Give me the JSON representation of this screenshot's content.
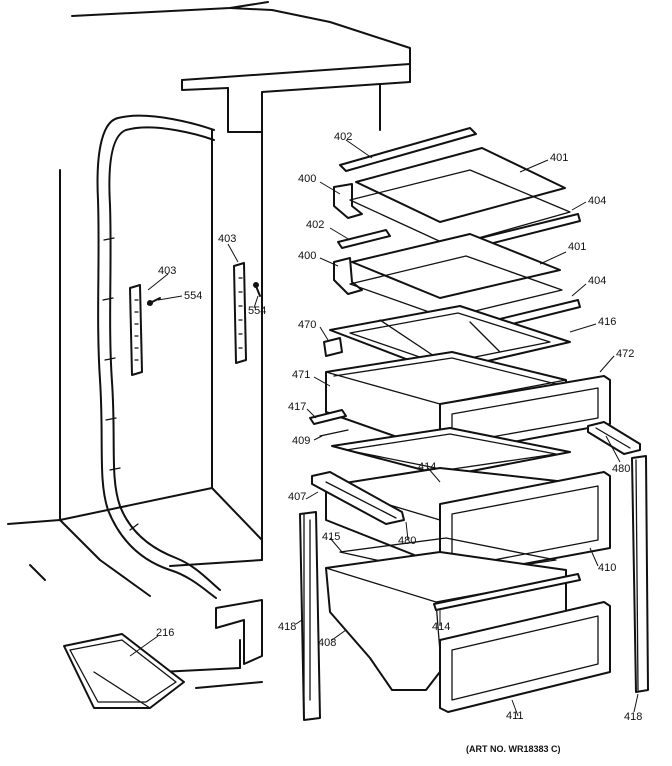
{
  "figure": {
    "art_number": "(ART NO. WR18383 C)"
  },
  "callouts": {
    "c401a": "401",
    "c402a": "402",
    "c400a": "400",
    "c404a": "404",
    "c402b": "402",
    "c401b": "401",
    "c400b": "400",
    "c404b": "404",
    "c470": "470",
    "c416": "416",
    "c471": "471",
    "c472": "472",
    "c417": "417",
    "c409": "409",
    "c414a": "414",
    "c480a": "480",
    "c407": "407",
    "c480b": "480",
    "c415": "415",
    "c410": "410",
    "c414b": "414",
    "c408": "408",
    "c411": "411",
    "c418a": "418",
    "c418b": "418",
    "c403a": "403",
    "c554a": "554",
    "c403b": "403",
    "c554b": "554",
    "c216": "216"
  }
}
